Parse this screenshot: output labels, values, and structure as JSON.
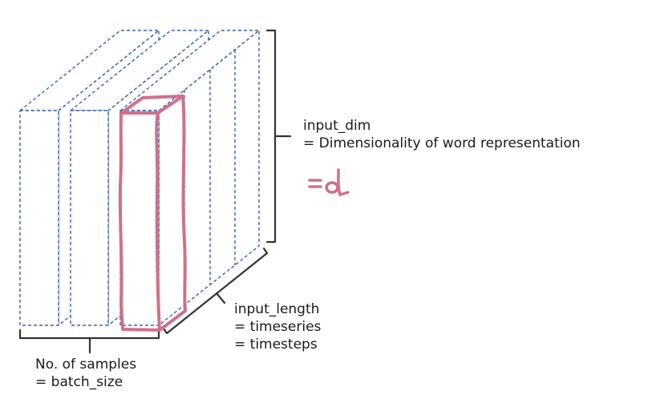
{
  "colors": {
    "slab_edge": "#3b5fb0",
    "brace": "#333333",
    "highlight": "#d07089",
    "text": "#1a1a1a"
  },
  "labels": {
    "input_dim": {
      "line1": "input_dim",
      "line2": "= Dimensionality of word representation"
    },
    "input_length": {
      "line1": "input_length",
      "line2": "= timeseries",
      "line3": "= timesteps"
    },
    "samples": {
      "line1": "No. of samples",
      "line2": "= batch_size"
    }
  },
  "handwritten_note": "=d"
}
